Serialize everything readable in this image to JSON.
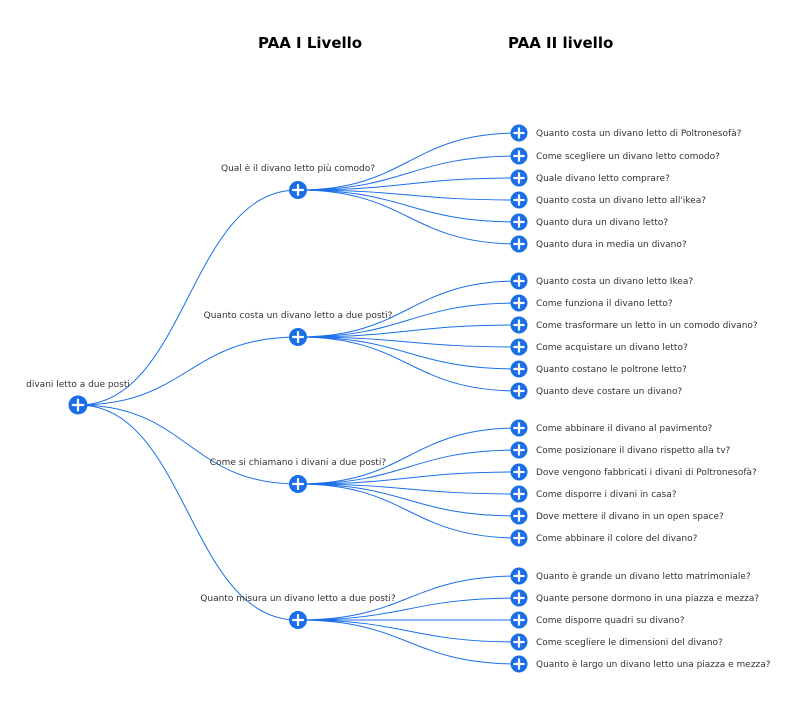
{
  "headers": {
    "level1": "PAA I Livello",
    "level2": "PAA II livello"
  },
  "colors": {
    "node": "#1a6fe8",
    "edge": "#1a6fe8",
    "plus": "#ffffff",
    "text": "#333333"
  },
  "icon": "plus-circle-icon",
  "root": {
    "label": "divani letto a due posti"
  },
  "branches": [
    {
      "label": "Qual è il divano letto più comodo?",
      "children": [
        "Quanto costa un divano letto di Poltronesofà?",
        "Come scegliere un divano letto comodo?",
        "Quale divano letto comprare?",
        "Quanto costa un divano letto all'ikea?",
        "Quanto dura un divano letto?",
        "Quanto dura in media un divano?"
      ]
    },
    {
      "label": "Quanto costa un divano letto a due posti?",
      "children": [
        "Quanto costa un divano letto Ikea?",
        "Come funziona il divano letto?",
        "Come trasformare un letto in un comodo divano?",
        "Come acquistare un divano letto?",
        "Quanto costano le poltrone letto?",
        "Quanto deve costare un divano?"
      ]
    },
    {
      "label": "Come si chiamano i divani a due posti?",
      "children": [
        "Come abbinare il divano al pavimento?",
        "Come posizionare il divano rispetto alla tv?",
        "Dove vengono fabbricati i divani di Poltronesofà?",
        "Come disporre i divani in casa?",
        "Dove mettere il divano in un open space?",
        "Come abbinare il colore del divano?"
      ]
    },
    {
      "label": "Quanto misura un divano letto a due posti?",
      "children": [
        "Quanto è grande un divano letto matrimoniale?",
        "Quante persone dormono in una piazza e mezza?",
        "Come disporre quadri su divano?",
        "Come scegliere le dimensioni del divano?",
        "Quanto è largo un divano letto una piazza e mezza?"
      ]
    }
  ]
}
